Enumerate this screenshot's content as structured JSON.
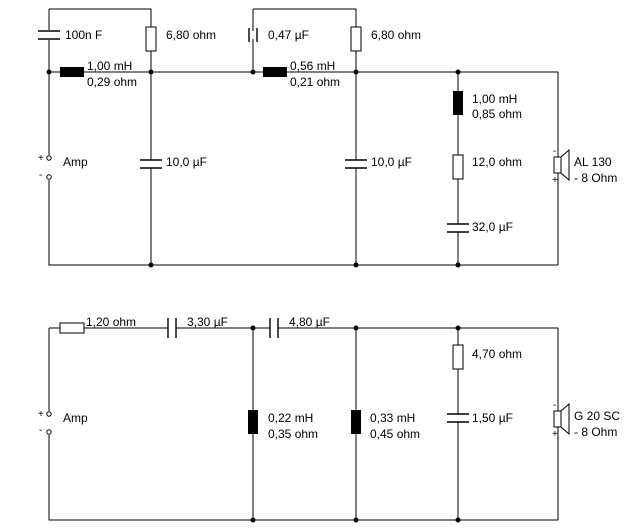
{
  "circuit1": {
    "cap_100n": "100n F",
    "res_680a": "6,80 ohm",
    "cap_047": "0,47 µF",
    "res_680b": "6,80 ohm",
    "ind1_value": "1,00 mH",
    "ind1_res": "0,29 ohm",
    "ind2_value": "0,56 mH",
    "ind2_res": "0,21 ohm",
    "ind3_value": "1,00 mH",
    "ind3_res": "0,85 ohm",
    "cap_10a": "10,0 µF",
    "cap_10b": "10,0 µF",
    "res_12": "12,0 ohm",
    "cap_32": "32,0 µF",
    "amp": "Amp",
    "speaker_name": "AL 130",
    "speaker_imp": "- 8 Ohm",
    "plus": "+",
    "minus": "-"
  },
  "circuit2": {
    "res_120": "1,20 ohm",
    "cap_330": "3,30 µF",
    "cap_480": "4,80 µF",
    "ind1_value": "0,22 mH",
    "ind1_res": "0,35 ohm",
    "ind2_value": "0,33 mH",
    "ind2_res": "0,45 ohm",
    "res_470": "4,70 ohm",
    "cap_150": "1,50 µF",
    "amp": "Amp",
    "speaker_name": "G 20 SC",
    "speaker_imp": "- 8 Ohm",
    "plus": "+",
    "minus": "-"
  }
}
